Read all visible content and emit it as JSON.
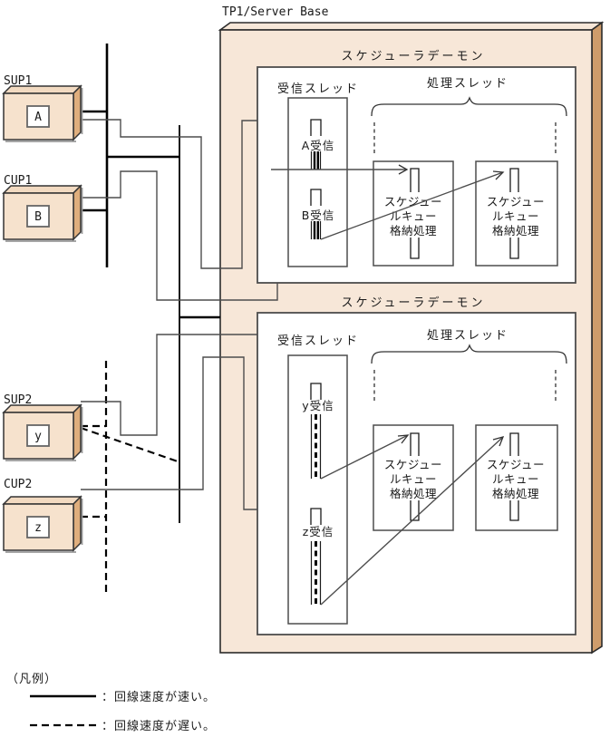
{
  "title": "TP1/Server Base",
  "colors": {
    "panel_face": "#F7E7D8",
    "panel_side": "#CE9C6B",
    "client_face": "#F6E2CD",
    "client_top": "#F2DAC1",
    "client_side": "#DFAE7D",
    "white": "#FFFFFF",
    "line_fast": "#000000",
    "line_thin": "#4D4D4D"
  },
  "clients": [
    {
      "name": "SUP1",
      "app": "A"
    },
    {
      "name": "CUP1",
      "app": "B"
    },
    {
      "name": "SUP2",
      "app": "y"
    },
    {
      "name": "CUP2",
      "app": "z"
    }
  ],
  "daemons": [
    {
      "title": "スケジューラデーモン",
      "receive_thread_label": "受信スレッド",
      "process_thread_label": "処理スレッド",
      "receivers": [
        {
          "label": "A受信"
        },
        {
          "label": "B受信"
        }
      ],
      "processors": [
        {
          "lines": [
            "スケジュー",
            "ルキュー",
            "格納処理"
          ]
        },
        {
          "lines": [
            "スケジュー",
            "ルキュー",
            "格納処理"
          ]
        }
      ]
    },
    {
      "title": "スケジューラデーモン",
      "receive_thread_label": "受信スレッド",
      "process_thread_label": "処理スレッド",
      "receivers": [
        {
          "label": "y受信"
        },
        {
          "label": "z受信"
        }
      ],
      "processors": [
        {
          "lines": [
            "スケジュー",
            "ルキュー",
            "格納処理"
          ]
        },
        {
          "lines": [
            "スケジュー",
            "ルキュー",
            "格納処理"
          ]
        }
      ]
    }
  ],
  "legend": {
    "heading": "（凡例）",
    "items": [
      {
        "style": "solid",
        "label": "：回線速度が速い。"
      },
      {
        "style": "dashed",
        "label": "：回線速度が遅い。"
      }
    ]
  }
}
